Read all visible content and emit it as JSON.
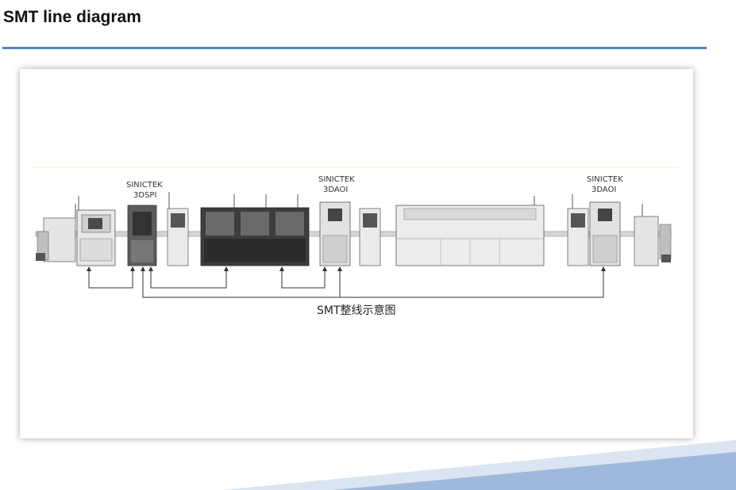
{
  "header": {
    "title": "SMT line diagram"
  },
  "diagram": {
    "labels": {
      "spi_brand": "SINICTEK",
      "spi_model": "3DSPI",
      "aoi1_brand": "SINICTEK",
      "aoi1_model": "3DAOI",
      "aoi2_brand": "SINICTEK",
      "aoi2_model": "3DAOI"
    },
    "caption": "SMT整线示意图"
  },
  "colors": {
    "accent": "#4f81bd",
    "footer_band_light": "#dbe5f1",
    "footer_band_mid": "#9fb9dc"
  }
}
